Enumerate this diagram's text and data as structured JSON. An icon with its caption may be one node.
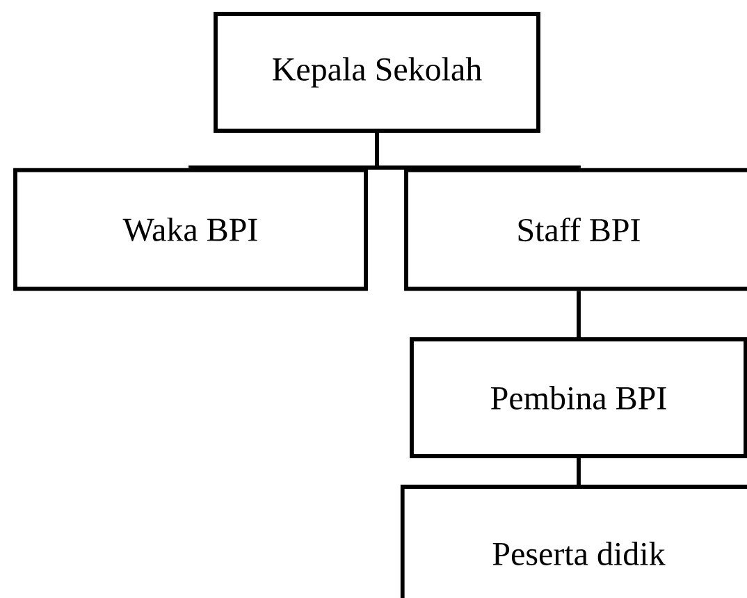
{
  "diagram": {
    "nodes": [
      {
        "text": [
          "Kepala Sekolah"
        ]
      },
      {
        "text": [
          "Waka BPI"
        ]
      },
      {
        "text": [
          "Staff BPI"
        ]
      },
      {
        "text": [
          "Pembina BPI"
        ]
      },
      {
        "text": [
          "Peserta didik"
        ]
      }
    ],
    "edges": [
      {
        "from": 0,
        "to": 1,
        "arrow": "none"
      },
      {
        "from": 0,
        "to": 2,
        "arrow": "none"
      },
      {
        "from": 2,
        "to": 3,
        "arrow": "none"
      },
      {
        "from": 3,
        "to": 4,
        "arrow": "none"
      }
    ]
  }
}
